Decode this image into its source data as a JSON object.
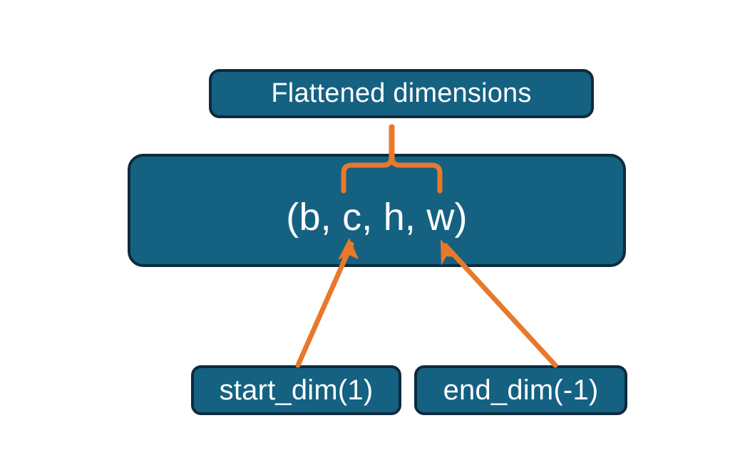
{
  "diagram": {
    "title": "Flatten dimensions diagram",
    "background_color": "#ffffff",
    "node_fill_color": "#156182",
    "node_border_color": "#0d2b3e",
    "node_text_color": "#ffffff",
    "connector_color": "#e8792b"
  },
  "nodes": {
    "flattened": {
      "label": "Flattened dimensions"
    },
    "shape": {
      "label": "(b, c, h, w)"
    },
    "start_dim": {
      "label": "start_dim(1)"
    },
    "end_dim": {
      "label": "end_dim(-1)"
    }
  },
  "connectors": [
    {
      "name": "brace-to-flattened",
      "type": "curly-brace-up",
      "from": "shape",
      "to": "flattened",
      "color": "#e8792b"
    },
    {
      "name": "arrow-start-dim-to-c",
      "type": "arrow",
      "from": "start_dim",
      "to": "shape",
      "color": "#e8792b"
    },
    {
      "name": "arrow-end-dim-to-w",
      "type": "arrow",
      "from": "end_dim",
      "to": "shape",
      "color": "#e8792b"
    }
  ]
}
